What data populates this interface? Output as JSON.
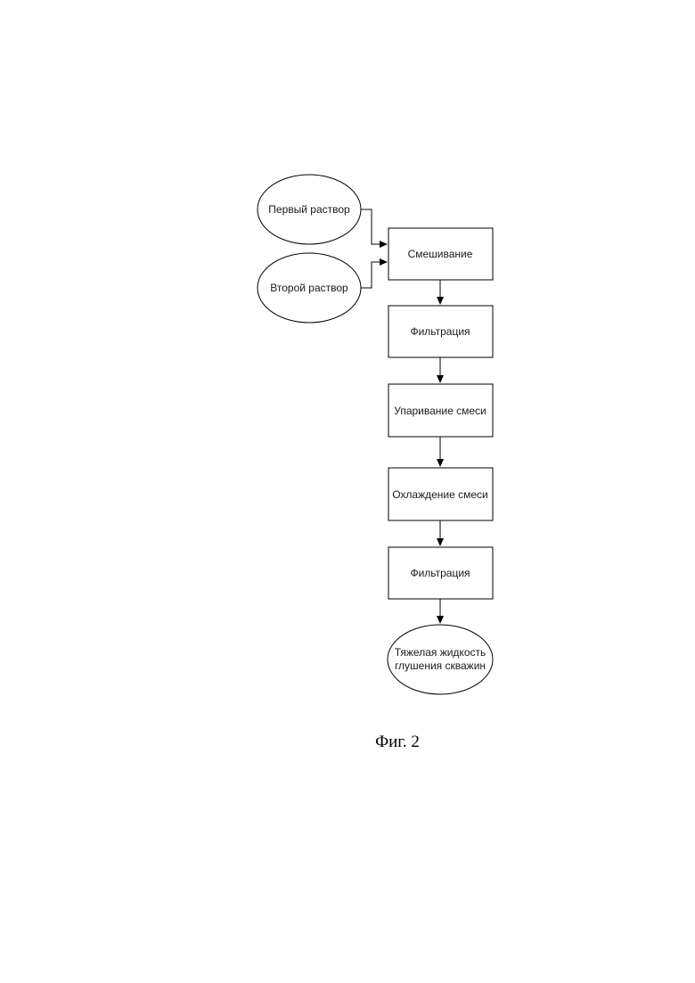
{
  "diagram": {
    "nodes": {
      "first_solution": "Первый раствор",
      "second_solution": "Второй раствор",
      "mixing": "Смешивание",
      "filtration_1": "Фильтрация",
      "evaporation": "Упаривание смеси",
      "cooling": "Охлаждение смеси",
      "filtration_2": "Фильтрация",
      "product_line1": "Тяжелая жидкость",
      "product_line2": "глушения скважин"
    },
    "edges": [
      [
        "first_solution",
        "mixing"
      ],
      [
        "second_solution",
        "mixing"
      ],
      [
        "mixing",
        "filtration_1"
      ],
      [
        "filtration_1",
        "evaporation"
      ],
      [
        "evaporation",
        "cooling"
      ],
      [
        "cooling",
        "filtration_2"
      ],
      [
        "filtration_2",
        "product"
      ]
    ]
  },
  "caption": "Фиг. 2"
}
